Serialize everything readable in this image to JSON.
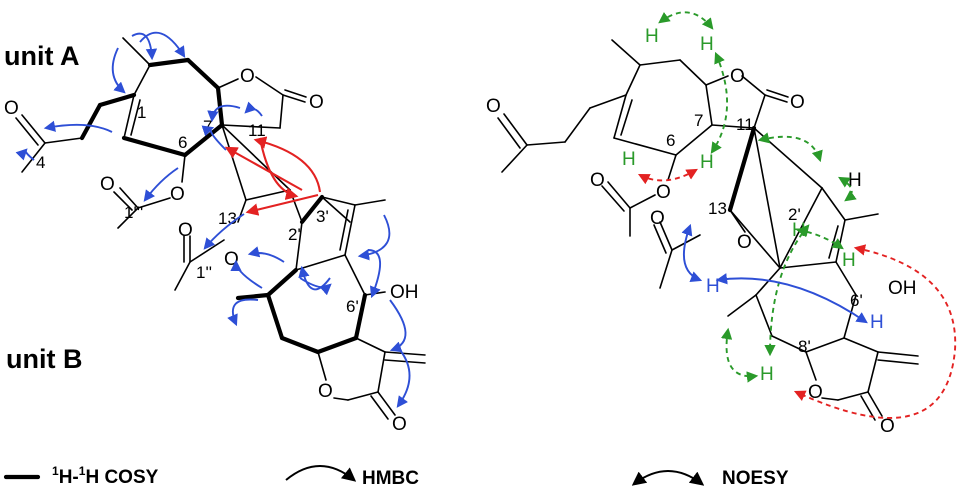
{
  "left_structure": {
    "unit_a_label": "unit A",
    "unit_b_label": "unit B",
    "atom_o": "O",
    "atom_oh": "OH",
    "locants": {
      "c1": "1",
      "c4": "4",
      "c6": "6",
      "c7": "7",
      "c11": "11",
      "c13": "13",
      "c1ppp": "1'''",
      "c1pp": "1''",
      "c2p": "2'",
      "c3p": "3'",
      "c6p": "6'"
    }
  },
  "right_structure": {
    "atom_o": "O",
    "atom_oh": "OH",
    "atom_h": "H",
    "locants": {
      "c6": "6",
      "c7": "7",
      "c11": "11",
      "c13": "13",
      "c2p": "2'",
      "c6p": "6'",
      "c8p": "8'"
    }
  },
  "legend": {
    "cosy_h1": "1",
    "cosy_mid": "H-",
    "cosy_h2": "1",
    "cosy_tail": "H COSY",
    "hmbc": "HMBC",
    "noesy": "NOESY"
  },
  "colors": {
    "hmbc": "#2e4fd6",
    "hmbc_key": "#e32222",
    "noesy_green": "#2a9a2a",
    "noesy_red": "#e32222",
    "noesy_blue": "#2e4fd6"
  }
}
